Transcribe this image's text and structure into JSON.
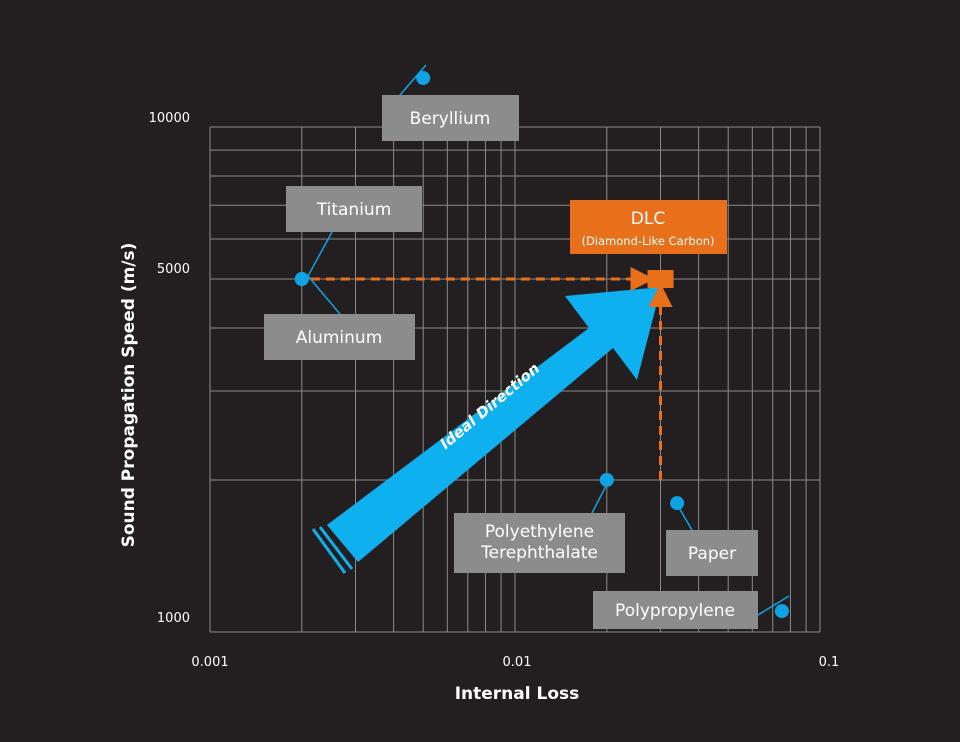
{
  "chart_data": {
    "type": "scatter",
    "xlabel": "Internal Loss",
    "ylabel": "Sound Propagation Speed (m/s)",
    "x_scale": "log",
    "y_scale": "log",
    "xlim": [
      0.001,
      0.1
    ],
    "ylim": [
      1000,
      10000
    ],
    "x_tick_labels": [
      "0.001",
      "0.01",
      "0.1"
    ],
    "y_tick_labels": [
      "10000",
      "5000",
      "1000"
    ],
    "grid": true,
    "colors": {
      "point": "#0fa3e3",
      "dlc": "#e8701a",
      "arrow": "#0fb0ef",
      "label_box": "#8c8c8c"
    },
    "points": [
      {
        "name": "Beryllium",
        "x": 0.005,
        "y": 12500
      },
      {
        "name": "Titanium",
        "x": 0.002,
        "y": 5000
      },
      {
        "name": "Aluminum",
        "x": 0.002,
        "y": 5000
      },
      {
        "name": "Polyethylene Terephthalate",
        "x": 0.02,
        "y": 2000
      },
      {
        "name": "Paper",
        "x": 0.034,
        "y": 1800
      },
      {
        "name": "Polypropylene",
        "x": 0.075,
        "y": 1100
      }
    ],
    "highlight": {
      "name": "DLC",
      "subtitle": "(Diamond-Like Carbon)",
      "x": 0.03,
      "y": 5000
    },
    "annotation": {
      "text": "Ideal Direction"
    }
  }
}
